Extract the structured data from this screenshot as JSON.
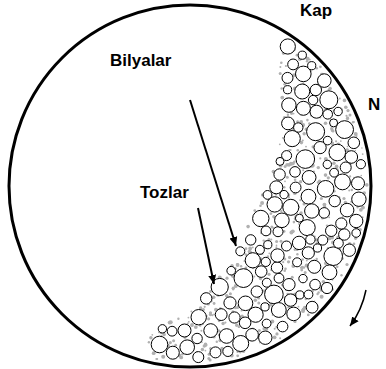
{
  "diagram": {
    "labels": [
      "Kap",
      "Bilyalar",
      "Tozlar",
      "N"
    ]
  }
}
